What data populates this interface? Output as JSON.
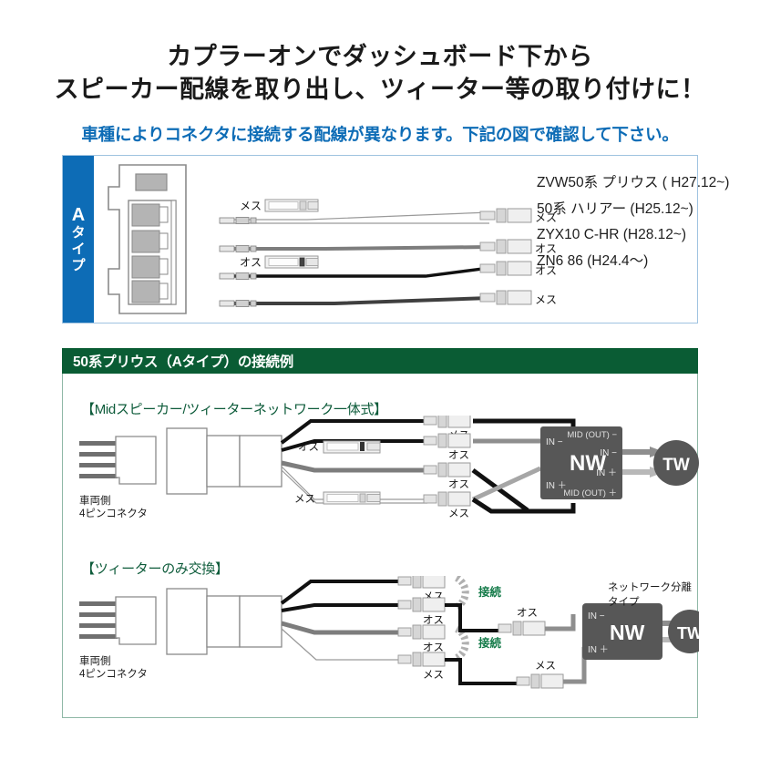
{
  "headline": {
    "line1": "カプラーオンでダッシュボード下から",
    "line2": "スピーカー配線を取り出し、ツィーター等の取り付けに！"
  },
  "subhead": "車種によりコネクタに接続する配線が異なります。下記の図で確認して下さい。",
  "colors": {
    "blue": "#0d6cb6",
    "green": "#0a5c34",
    "green_text": "#0d5b3a",
    "panel_border_blue": "#9fc3e0",
    "panel_border_green": "#8fb8a6",
    "gray_box": "#575757",
    "wire_black": "#111111",
    "wire_gray": "#7d7d7d"
  },
  "atype_panel": {
    "tab_letter": "A",
    "tab_text_chars": [
      "タ",
      "イ",
      "プ"
    ],
    "tab_label": "Aタイプ",
    "wire_labels_left": [
      "メス",
      "オス"
    ],
    "wire_labels_right": [
      "メス",
      "オス",
      "オス",
      "メス"
    ],
    "models": [
      "ZVW50系 プリウス ( H27.12~)",
      "50系 ハリアー (H25.12~)",
      "ZYX10 C-HR (H28.12~)",
      "ZN6 86 (H24.4〜)"
    ]
  },
  "green_section": {
    "header": "50系プリウス（Aタイプ）の接続例",
    "diagram1": {
      "title": "【Midスピーカー/ツィーターネットワーク一体式】",
      "connector_caption_line1": "車両側",
      "connector_caption_line2": "4ピンコネクタ",
      "inline_labels": [
        "オス",
        "メス"
      ],
      "terminal_labels": [
        "メス",
        "オス",
        "オス",
        "メス"
      ],
      "nw_label": "NW",
      "tw_label": "TW",
      "nw_ports": {
        "in_minus": "IN −",
        "in_plus": "IN ＋",
        "mid_out_minus": "MID (OUT) −",
        "mid_out_plus": "MID (OUT) ＋",
        "out_in_minus": "IN −",
        "out_in_plus": "IN ＋"
      }
    },
    "diagram2": {
      "title": "【ツィーターのみ交換】",
      "connector_caption_line1": "車両側",
      "connector_caption_line2": "4ピンコネクタ",
      "terminal_labels": [
        "メス",
        "オス",
        "オス",
        "メス"
      ],
      "connect_labels": [
        "接続",
        "接続"
      ],
      "mid_terminal_labels": [
        "オス",
        "メス"
      ],
      "nw_type_caption": "ネットワーク分離タイプ",
      "nw_label": "NW",
      "tw_label": "TW",
      "nw_ports": {
        "in_minus": "IN −",
        "in_plus": "IN ＋"
      }
    }
  }
}
